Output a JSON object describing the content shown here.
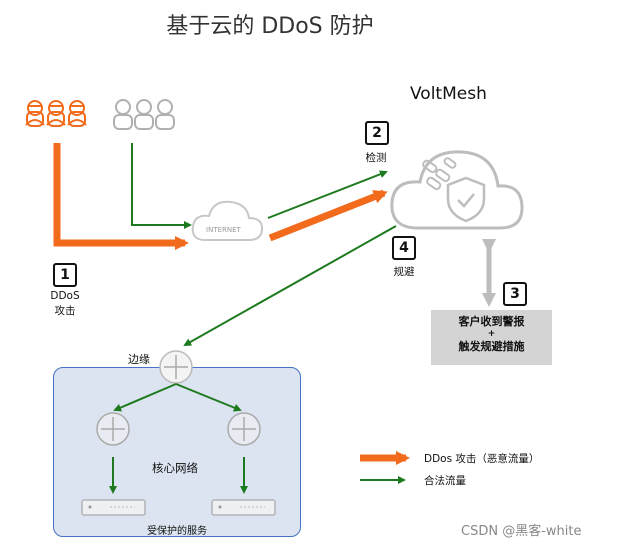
{
  "title": "基于云的 DDoS 防护",
  "voltmesh_label": "VoltMesh",
  "internet_label": "INTERNET",
  "steps": [
    {
      "num": "1",
      "label_line1": "DDoS",
      "label_line2": "攻击"
    },
    {
      "num": "2",
      "label": "检测"
    },
    {
      "num": "3"
    },
    {
      "num": "4",
      "label": "规避"
    }
  ],
  "alert_box": {
    "line1": "客户收到警报",
    "line2": "+",
    "line3": "触发规避措施"
  },
  "edge_label": "边缘",
  "core_network_label": "核心网络",
  "protected_services_label": "受保护的服务",
  "legend": {
    "attack": "DDos 攻击（恶意流量）",
    "legit": "合法流量"
  },
  "watermark": "CSDN @黑客-white",
  "colors": {
    "attack": "#f26b1d",
    "legit": "#1e7a1e",
    "network_fill": "#dbe4f0",
    "network_border": "#4472c4"
  }
}
